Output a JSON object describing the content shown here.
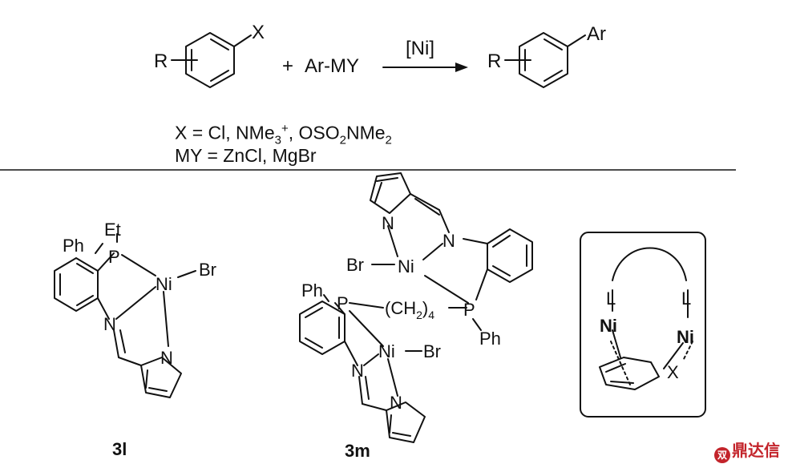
{
  "scheme": {
    "reactant_substituent_R": "R",
    "reactant_substituent_X": "X",
    "plus": "+",
    "reagent": "Ar-MY",
    "catalyst": "[Ni]",
    "product_substituent_R": "R",
    "product_substituent_Ar": "Ar",
    "conditions_x_prefix": "X = Cl, NMe",
    "conditions_x_sub1": "3",
    "conditions_x_sup1": "+",
    "conditions_x_mid": ", OSO",
    "conditions_x_sub2": "2",
    "conditions_x_mid2": "NMe",
    "conditions_x_sub3": "2",
    "conditions_my": "MY = ZnCl, MgBr"
  },
  "complex_3l": {
    "ph": "Ph",
    "et": "Et",
    "p": "P",
    "ni": "Ni",
    "br": "Br",
    "n_imine": "N",
    "n_pyrrole": "N",
    "label": "3l"
  },
  "complex_3m": {
    "n_pyrrole_top": "N",
    "n_imine_top": "N",
    "br_top": "Br",
    "ni_top": "Ni",
    "ph_left": "Ph",
    "p_left": "P",
    "linker_open": "(CH",
    "linker_sub1": "2",
    "linker_close": ")",
    "linker_sub2": "4",
    "p_right": "P",
    "ph_right": "Ph",
    "ni_bottom": "Ni",
    "br_bottom": "Br",
    "n_imine_bottom": "N",
    "n_pyrrole_bottom": "N",
    "label": "3m"
  },
  "mechanism_box": {
    "l_left": "L",
    "ni_left": "Ni",
    "l_right": "L",
    "ni_right": "Ni",
    "x": "X"
  },
  "watermark": {
    "icon": "双",
    "text": "鼎达信",
    "color": "#c3242b"
  }
}
